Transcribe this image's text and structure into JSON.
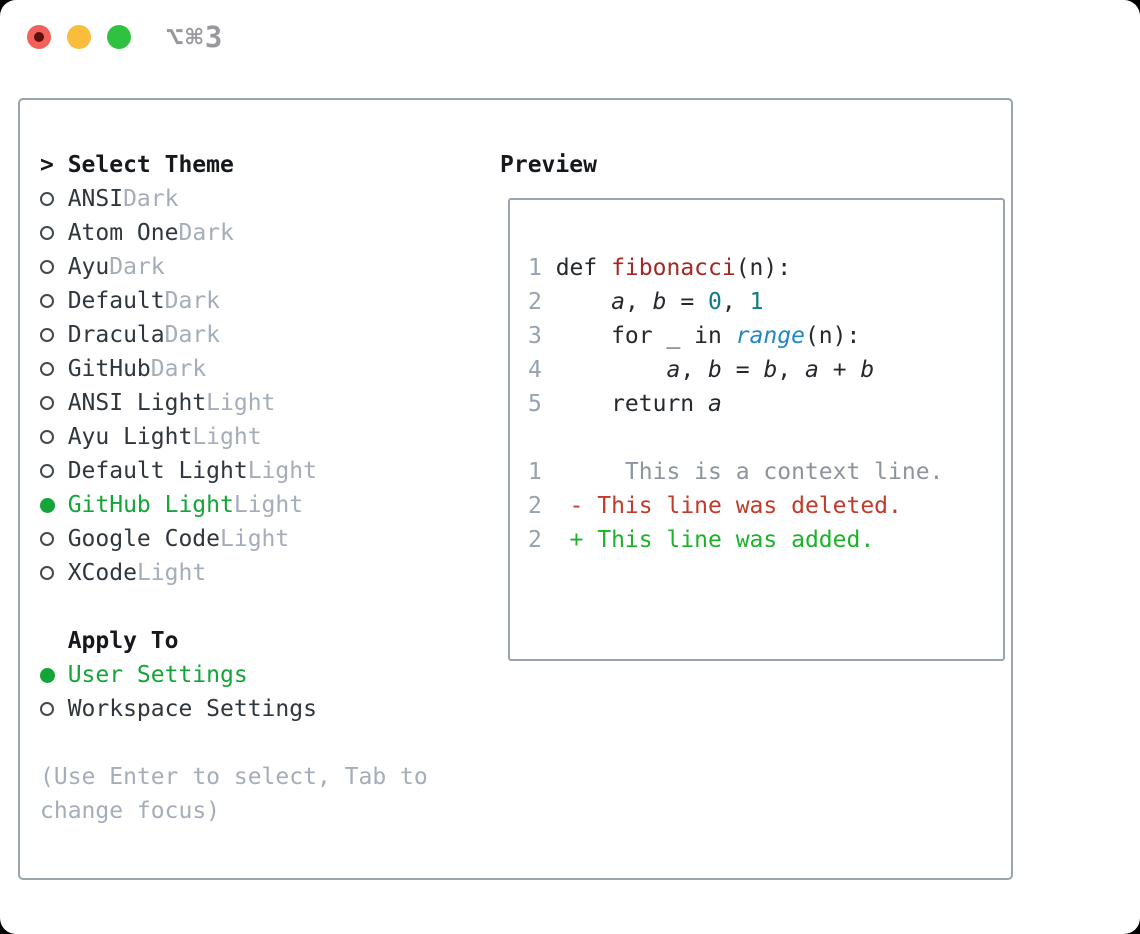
{
  "window": {
    "title": "⌥⌘3",
    "traffic_lights": [
      {
        "name": "close",
        "color": "#f2605b"
      },
      {
        "name": "minimize",
        "color": "#f7bd3b"
      },
      {
        "name": "zoom",
        "color": "#2fc241"
      }
    ]
  },
  "theme_panel": {
    "header": {
      "prompt": ">",
      "label": "Select Theme"
    },
    "themes": [
      {
        "name": "ANSI",
        "variant": "Dark",
        "selected": false
      },
      {
        "name": "Atom One",
        "variant": "Dark",
        "selected": false
      },
      {
        "name": "Ayu",
        "variant": "Dark",
        "selected": false
      },
      {
        "name": "Default",
        "variant": "Dark",
        "selected": false
      },
      {
        "name": "Dracula",
        "variant": "Dark",
        "selected": false
      },
      {
        "name": "GitHub",
        "variant": "Dark",
        "selected": false
      },
      {
        "name": "ANSI Light",
        "variant": "Light",
        "selected": false
      },
      {
        "name": "Ayu Light",
        "variant": "Light",
        "selected": false
      },
      {
        "name": "Default Light",
        "variant": "Light",
        "selected": false
      },
      {
        "name": "GitHub Light",
        "variant": "Light",
        "selected": true
      },
      {
        "name": "Google Code",
        "variant": "Light",
        "selected": false
      },
      {
        "name": "XCode",
        "variant": "Light",
        "selected": false
      }
    ],
    "apply_to": {
      "label": "Apply To",
      "options": [
        {
          "name": "User Settings",
          "selected": true
        },
        {
          "name": "Workspace Settings",
          "selected": false
        }
      ]
    },
    "hint_lines": [
      "(Use Enter to select, Tab to",
      "change focus)"
    ]
  },
  "preview": {
    "label": "Preview",
    "lines": [
      {
        "n": "1",
        "tokens": [
          {
            "t": "def ",
            "s": "plain"
          },
          {
            "t": "fibonacci",
            "s": "fn"
          },
          {
            "t": "(n):",
            "s": "plain"
          }
        ]
      },
      {
        "n": "2",
        "tokens": [
          {
            "t": "    ",
            "s": "plain"
          },
          {
            "t": "a",
            "s": "var"
          },
          {
            "t": ", ",
            "s": "plain"
          },
          {
            "t": "b",
            "s": "var"
          },
          {
            "t": " = ",
            "s": "plain"
          },
          {
            "t": "0",
            "s": "num"
          },
          {
            "t": ", ",
            "s": "plain"
          },
          {
            "t": "1",
            "s": "num"
          }
        ]
      },
      {
        "n": "3",
        "tokens": [
          {
            "t": "    for _ in ",
            "s": "plain"
          },
          {
            "t": "range",
            "s": "call"
          },
          {
            "t": "(n):",
            "s": "plain"
          }
        ]
      },
      {
        "n": "4",
        "tokens": [
          {
            "t": "        ",
            "s": "plain"
          },
          {
            "t": "a",
            "s": "var"
          },
          {
            "t": ", ",
            "s": "plain"
          },
          {
            "t": "b",
            "s": "var"
          },
          {
            "t": " = ",
            "s": "plain"
          },
          {
            "t": "b",
            "s": "var"
          },
          {
            "t": ", ",
            "s": "plain"
          },
          {
            "t": "a",
            "s": "var"
          },
          {
            "t": " + ",
            "s": "plain"
          },
          {
            "t": "b",
            "s": "var"
          }
        ]
      },
      {
        "n": "5",
        "tokens": [
          {
            "t": "    return ",
            "s": "plain"
          },
          {
            "t": "a",
            "s": "var"
          }
        ]
      },
      {
        "blank": true
      },
      {
        "n": "1",
        "tokens": [
          {
            "t": "     This is a context line.",
            "s": "ctx"
          }
        ]
      },
      {
        "n": "2",
        "tokens": [
          {
            "t": " ",
            "s": "plain"
          },
          {
            "t": "- This line was deleted.",
            "s": "del"
          }
        ]
      },
      {
        "n": "2",
        "tokens": [
          {
            "t": " ",
            "s": "plain"
          },
          {
            "t": "+ This line was added.",
            "s": "add"
          }
        ]
      }
    ]
  },
  "colors": {
    "header_text": "#15181c",
    "item_text": "#2f363e",
    "code_text": "#24292e",
    "muted_text": "#a4adb9",
    "line_no": "#97a1af",
    "ctx_gray": "#8d949d",
    "sel_green": "#14a438",
    "add_green": "#1cb22a",
    "del_red": "#c13a2a",
    "fn_red": "#a32a22",
    "num_teal": "#0e7c83",
    "call_blue": "#2187c5",
    "box_border": "#9ba3ae",
    "title_gray": "#97999e",
    "ring_dark": "#42494f",
    "traffic_red": "#f2605b",
    "traffic_red_dot": "#5c100b",
    "traffic_yellow": "#f7bd3b",
    "traffic_green": "#2fc241"
  }
}
